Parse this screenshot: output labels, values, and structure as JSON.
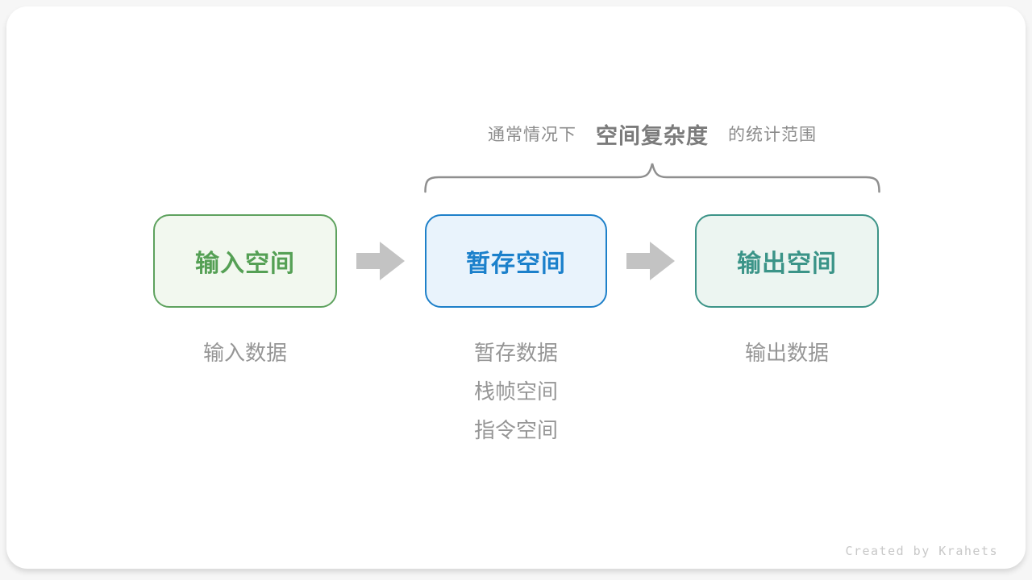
{
  "annotation": {
    "prefix": "通常情况下",
    "highlight": "空间复杂度",
    "suffix": "的统计范围"
  },
  "boxes": [
    {
      "id": "input-space",
      "label": "输入空间",
      "border_color": "#5ea25e",
      "text_color": "#55a055",
      "bg_color": "#f2f8ef"
    },
    {
      "id": "temp-space",
      "label": "暂存空间",
      "border_color": "#1e80c9",
      "text_color": "#1b80cb",
      "bg_color": "#e9f3fc"
    },
    {
      "id": "output-space",
      "label": "输出空间",
      "border_color": "#3d9488",
      "text_color": "#3b9488",
      "bg_color": "#ecf5f1"
    }
  ],
  "sublabels": {
    "input": [
      "输入数据"
    ],
    "temp": [
      "暂存数据",
      "栈帧空间",
      "指令空间"
    ],
    "output": [
      "输出数据"
    ]
  },
  "colors": {
    "arrow": "#c3c3c3",
    "brace": "#8f8f8f",
    "annotation_text": "#8c8c8c",
    "sublabel_text": "#969696",
    "card_bg": "#ffffff"
  },
  "footer": {
    "credit": "Created by Krahets"
  }
}
